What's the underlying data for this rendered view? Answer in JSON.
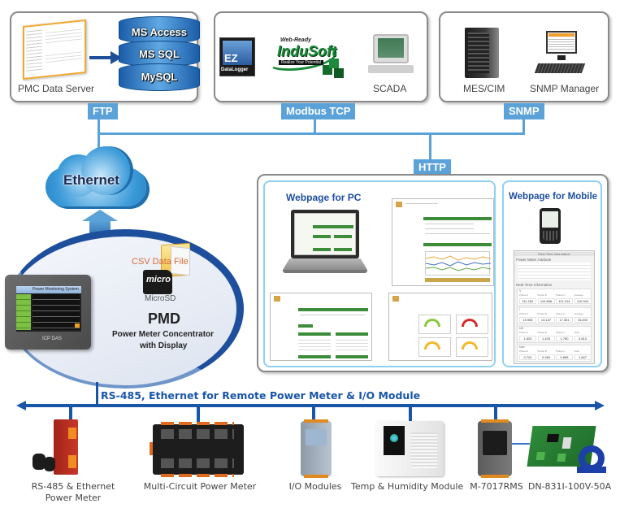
{
  "top_panels": {
    "data_server": {
      "pmc_label": "PMC Data Server",
      "databases": [
        "MS Access",
        "MS SQL",
        "MySQL"
      ],
      "protocol": "FTP"
    },
    "modbus": {
      "ez_label": "EZ",
      "ez_sub": "DataLogger",
      "indusoft_top": "Web-Ready",
      "indusoft_name": "InduSoft",
      "indusoft_tagline": "Realize Your Potential",
      "scada_label": "SCADA",
      "protocol": "Modbus TCP"
    },
    "snmp": {
      "mes_label": "MES/CIM",
      "manager_label": "SNMP Manager",
      "protocol": "SNMP"
    }
  },
  "cloud": {
    "label": "Ethernet"
  },
  "pmd": {
    "csv_label": "CSV Data File",
    "microsd_label": "MicroSD",
    "microsd_logo": "micro",
    "title": "PMD",
    "subtitle_line1": "Power Meter Concentrator",
    "subtitle_line2": "with Display",
    "screen_title": "Power Monitoring System"
  },
  "http": {
    "protocol": "HTTP",
    "pc_title": "Webpage for PC",
    "mobile_title": "Webpage for Mobile",
    "mobile_page": {
      "header": "Real-Time Information",
      "attr_title": "Power Meter Attribute",
      "rt_title": "Real-Time Information",
      "groups": [
        {
          "name": "V",
          "cols": [
            "Phase A",
            "Phase B",
            "Phase C",
            "Average"
          ],
          "values": [
            "111.182",
            "110.856",
            "111.014",
            "110.944"
          ]
        },
        {
          "name": "I",
          "cols": [
            "Phase A",
            "Phase B",
            "Phase C",
            "Average"
          ],
          "values": [
            "15.985",
            "13.137",
            "17.361",
            "15.400"
          ]
        },
        {
          "name": "kW",
          "cols": [
            "Phase A",
            "Phase B",
            "Phase C",
            "Total"
          ],
          "values": [
            "1.620",
            "1.425",
            "1.750",
            "4.813"
          ]
        },
        {
          "name": "kvar",
          "cols": [
            "Phase A",
            "Phase B",
            "Phase C",
            "Total"
          ],
          "values": [
            "0.724",
            "0.280",
            "0.858",
            "1.847"
          ]
        }
      ]
    }
  },
  "bus": {
    "label": "RS-485, Ethernet for Remote Power Meter & I/O Module"
  },
  "devices": [
    {
      "label_line1": "RS-485 & Ethernet",
      "label_line2": "Power Meter"
    },
    {
      "label_line1": "Multi-Circuit Power Meter",
      "label_line2": ""
    },
    {
      "label_line1": "I/O Modules",
      "label_line2": ""
    },
    {
      "label_line1": "Temp & Humidity Module",
      "label_line2": ""
    },
    {
      "label_line1": "M-7017RMS",
      "label_line2": ""
    },
    {
      "label_line1": "DN-831I-100V-50A",
      "label_line2": ""
    }
  ]
}
